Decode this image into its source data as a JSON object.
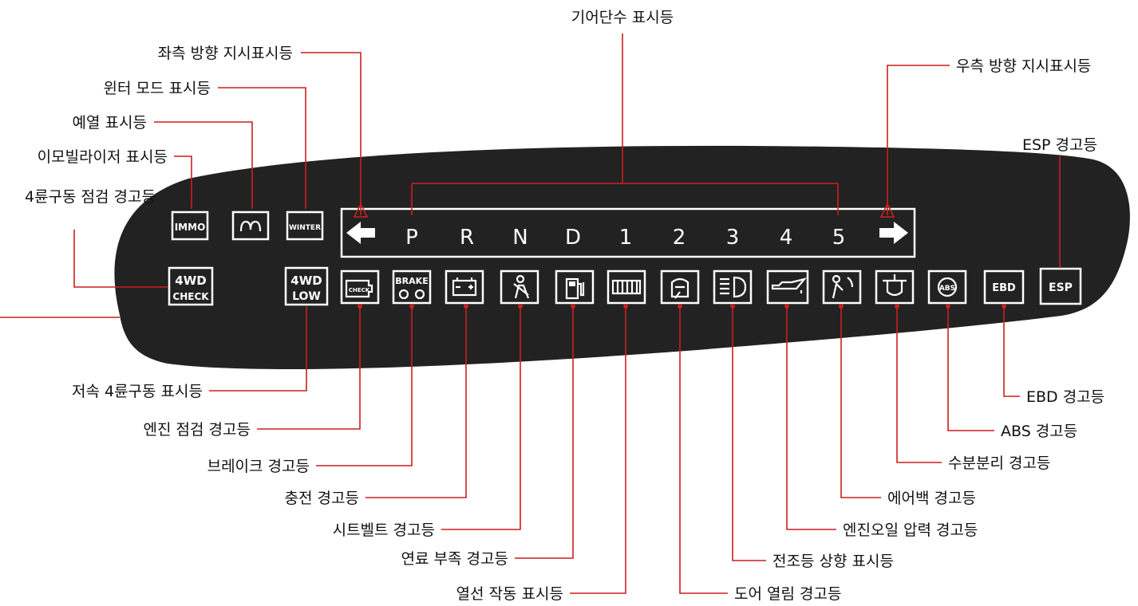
{
  "labels": {
    "gear_indicator": "기어단수 표시등",
    "left_turn": "좌측 방향 지시표시등",
    "winter_mode": "윈터 모드 표시등",
    "glow_plug": "예열 표시등",
    "immobilizer": "이모빌라이저 표시등",
    "four_wd_check": "4륜구동 점검 경고등",
    "right_turn": "우측 방향 지시표시등",
    "esp": "ESP 경고등",
    "four_wd_low": "저속 4륜구동 표시등",
    "engine_check": "엔진 점검 경고등",
    "brake": "브레이크 경고등",
    "charging": "충전 경고등",
    "seatbelt": "시트벨트 경고등",
    "fuel_low": "연료 부족 경고등",
    "rear_defrost": "열선 작동 표시등",
    "door_open": "도어 열림 경고등",
    "high_beam": "전조등 상향 표시등",
    "oil_pressure": "엔진오일 압력 경고등",
    "airbag": "에어백 경고등",
    "water_separator": "수분분리 경고등",
    "abs": "ABS 경고등",
    "ebd": "EBD 경고등"
  },
  "gears": [
    "P",
    "R",
    "N",
    "D",
    "1",
    "2",
    "3",
    "4",
    "5"
  ],
  "icon_text": {
    "immo": "IMMO",
    "winter": "WINTER",
    "four_wd": "4WD",
    "check": "CHECK",
    "low": "LOW",
    "brake": "BRAKE",
    "engine_check": "CHECK",
    "abs": "ABS",
    "ebd": "EBD",
    "esp": "ESP"
  },
  "colors": {
    "panel": "#222222",
    "leader": "#cc1f1f",
    "icon": "#ffffff",
    "text": "#111111"
  }
}
